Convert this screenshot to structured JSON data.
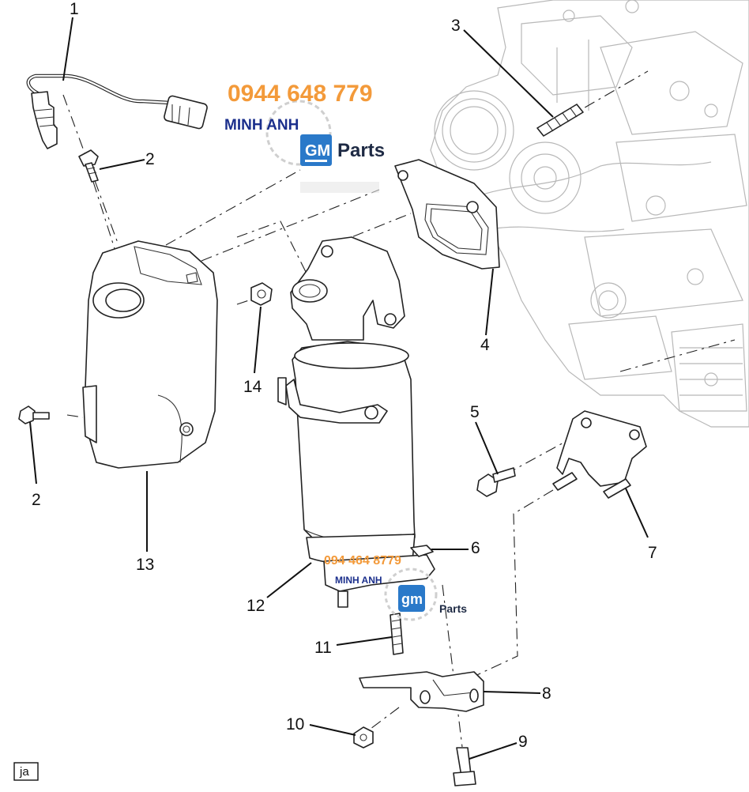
{
  "callouts": {
    "c1": "1",
    "c2a": "2",
    "c2b": "2",
    "c3": "3",
    "c4": "4",
    "c5": "5",
    "c6": "6",
    "c7": "7",
    "c8": "8",
    "c9": "9",
    "c10": "10",
    "c11": "11",
    "c12": "12",
    "c13": "13",
    "c14": "14"
  },
  "watermark_top": {
    "phone": "0944 648 779",
    "shop": "MINH ANH",
    "gm": "GM",
    "parts": "Parts"
  },
  "watermark_bottom": {
    "phone": "094 464 8779",
    "shop": "MINH ANH",
    "gm": "gm",
    "parts": "Parts"
  },
  "corner_code": "ja",
  "colors": {
    "phone": "#f39a3a",
    "shop": "#1b2f8c",
    "gm_logo": "#2a79c9",
    "engine_lines": "#b8b8b8"
  }
}
